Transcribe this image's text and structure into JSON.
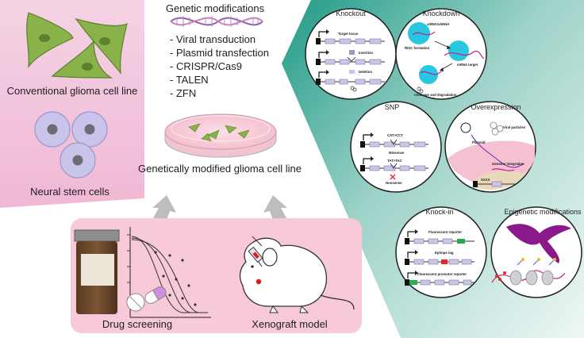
{
  "left_panel": {
    "cell_line_label": "Conventional glioma cell line",
    "stem_cells_label": "Neural stem cells"
  },
  "genetic_modifications": {
    "title": "Genetic modifications",
    "items": [
      "- Viral transduction",
      "- Plasmid transfection",
      "- CRISPR/Cas9",
      "- TALEN",
      "- ZFN"
    ]
  },
  "center": {
    "dish_label": "Genetically modified glioma cell line"
  },
  "bottom_panel": {
    "drug_label": "Drug screening",
    "xenograft_label": "Xenograft model"
  },
  "circles": {
    "knockout": {
      "title": "Knockout",
      "labels": [
        "Target locus",
        "Insertion",
        "Deletion"
      ]
    },
    "knockdown": {
      "title": "Knockdown",
      "labels": [
        "siRNA/shRNA",
        "RISC formation",
        "mRNA target",
        "Cleavage and degradation"
      ]
    },
    "snp": {
      "title": "SNP",
      "labels": [
        "CAT>CCT",
        "Missense",
        "TAT>TAC",
        "Nonsense"
      ]
    },
    "overexpression": {
      "title": "Overexpression",
      "labels": [
        "Viral particles",
        "Plasmid",
        "Genome integration",
        "XXXX"
      ]
    },
    "knockin": {
      "title": "Knock-in",
      "labels": [
        "Fluorescent reporter",
        "Epitope tag",
        "Fluorescent promoter reporter"
      ]
    },
    "epigenetic": {
      "title": "Epigenetic modifications"
    }
  },
  "colors": {
    "left_panel_pink": "#f2c6dd",
    "bottom_panel_pink": "#f8c9d9",
    "teal": "#3aa898",
    "cell_green": "#8ab24a",
    "stem_cell": "#c9c4ea",
    "grey_arrow": "#bdbdbd"
  }
}
